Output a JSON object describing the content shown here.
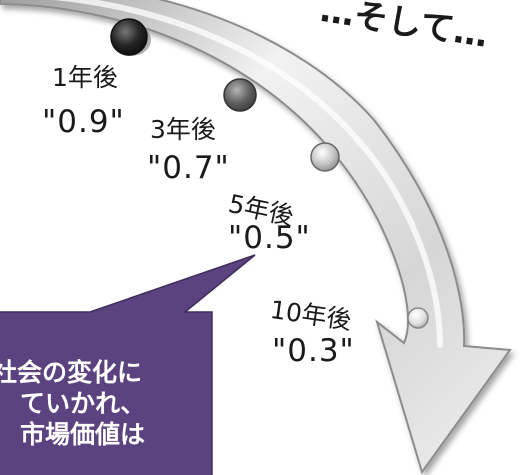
{
  "caption": "…そして…",
  "milestones": [
    {
      "year": "1年後",
      "value": "\"0.9\""
    },
    {
      "year": "3年後",
      "value": "\"0.7\""
    },
    {
      "year": "5年後",
      "value": "\"0.5\""
    },
    {
      "year": "10年後",
      "value": "\"0.3\""
    }
  ],
  "callout": {
    "lines": [
      "社会の変化に",
      "ていかれ、",
      "市場価値は"
    ]
  },
  "colors": {
    "arrow_fill": "#e4e4e4",
    "arrow_edge": "#8c8c8c",
    "callout_fill": "#5b4380",
    "dot_dark": "#2b2b2b",
    "dot_mid": "#6a6a6a",
    "dot_light": "#bdbdbd"
  }
}
